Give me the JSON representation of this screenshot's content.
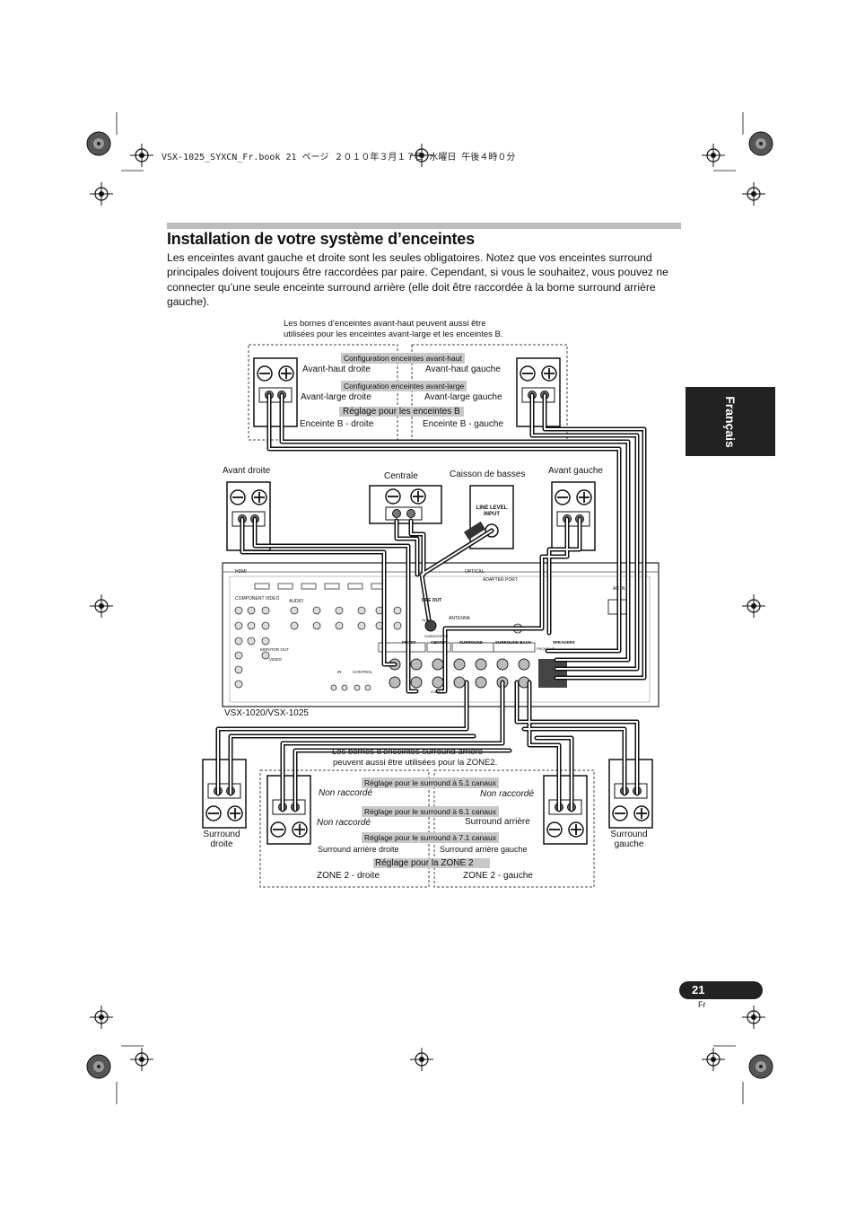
{
  "header": {
    "print_line": "VSX-1025_SYXCN_Fr.book  21 ページ  ２０１０年３月１７日  水曜日  午後４時０分"
  },
  "section": {
    "title": "Installation de votre système d’enceintes",
    "intro": "Les enceintes avant gauche et droite sont les seules obligatoires. Notez que vos enceintes surround principales doivent toujours être raccordées par paire. Cependant, si vous le souhaitez, vous pouvez ne connecter qu’une seule enceinte surround arrière (elle doit être raccordée à la borne surround arrière gauche)."
  },
  "side_tab": {
    "label": "Français"
  },
  "page": {
    "number": "21",
    "lang": "Fr"
  },
  "diagram": {
    "top_note": {
      "line1": "Les bornes d’enceintes avant-haut peuvent aussi être",
      "line2": "utilisées pour les enceintes avant-large et les enceintes B."
    },
    "top_config": {
      "front_high_tag": "Configuration enceintes avant-haut",
      "front_high_right": "Avant-haut droite",
      "front_high_left": "Avant-haut gauche",
      "front_wide_tag": "Configuration enceintes avant-large",
      "front_wide_right": "Avant-large droite",
      "front_wide_left": "Avant-large gauche",
      "b_tag": "Réglage pour les enceintes B",
      "b_right": "Enceinte B - droite",
      "b_left": "Enceinte B - gauche"
    },
    "speakers": {
      "front_right": "Avant droite",
      "center": "Centrale",
      "subwoofer": "Caisson de basses",
      "front_left": "Avant gauche",
      "line_level_input": "LINE LEVEL INPUT",
      "surround_right_1": "Surround",
      "surround_right_2": "droite",
      "surround_left_1": "Surround",
      "surround_left_2": "gauche"
    },
    "receiver": {
      "model": "VSX-1020/VSX-1025",
      "labels": {
        "hdmi": "HDMI",
        "optical": "OPTICAL",
        "adapter": "ADAPTER PORT",
        "component": "COMPONENT VIDEO",
        "audio": "AUDIO",
        "pre_out": "PRE OUT",
        "subwoofer": "SUBWOOFER",
        "antenna": "ANTENNA",
        "ac_in": "AC IN",
        "front": "FRONT",
        "center": "CENTER",
        "surround": "SURROUND",
        "surround_back": "SURROUND BACK",
        "speakers": "SPEAKERS",
        "monitor_out": "MONITOR OUT",
        "video": "VIDEO",
        "ir": "IR",
        "control": "CONTROL",
        "front_ht": "FRONT HT",
        "zone2": "ZONE 2",
        "subwoofer_short": "SUB"
      }
    },
    "bottom_note": {
      "line1": "Les bornes d’enceintes surround arrière",
      "line2": "peuvent aussi être utilisées pour la ZONE2."
    },
    "bottom_config": {
      "tag_51": "Réglage pour le surround à 5.1 canaux",
      "nc_right_1": "Non raccordé",
      "nc_left_1": "Non raccordé",
      "tag_61": "Réglage pour le surround à 6.1 canaux",
      "nc_right_2": "Non raccordé",
      "surround_back": "Surround arrière",
      "tag_71": "Réglage pour le surround à 7.1 canaux",
      "sb_right": "Surround arrière droite",
      "sb_left": "Surround arrière gauche",
      "zone2_tag": "Réglage pour la ZONE 2",
      "zone2_right": "ZONE 2 - droite",
      "zone2_left": "ZONE 2 - gauche"
    }
  }
}
